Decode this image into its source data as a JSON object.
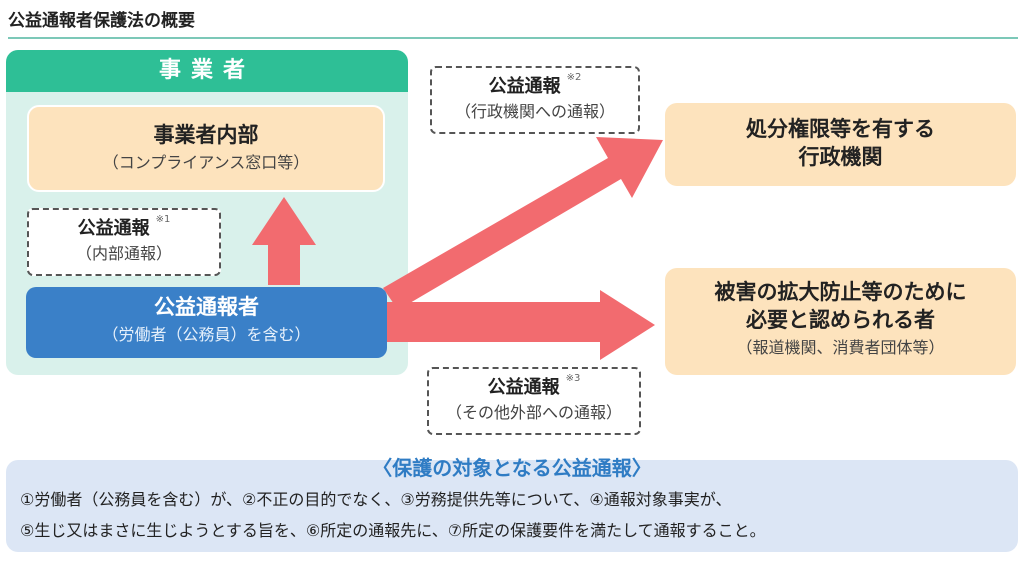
{
  "title": "公益通報者保護法の概要",
  "business": {
    "header": "事業者",
    "internal": {
      "title": "事業者内部",
      "sub": "（コンプライアンス窓口等）"
    },
    "report1": {
      "label": "公益通報",
      "note": "※1",
      "sub": "（内部通報）"
    },
    "whistleblower": {
      "title": "公益通報者",
      "sub": "（労働者（公務員）を含む）"
    }
  },
  "report2": {
    "label": "公益通報",
    "note": "※2",
    "sub": "（行政機関への通報）"
  },
  "report3": {
    "label": "公益通報",
    "note": "※3",
    "sub": "（その他外部への通報）"
  },
  "admin": {
    "line1": "処分権限等を有する",
    "line2": "行政機関"
  },
  "others": {
    "line1": "被害の拡大防止等のために",
    "line2": "必要と認められる者",
    "sub": "（報道機関、消費者団体等）"
  },
  "protection": {
    "heading": "〈保護の対象となる公益通報〉",
    "line1": "①労働者（公務員を含む）が、②不正の目的でなく、③労務提供先等について、④通報対象事実が、",
    "line2": "⑤生じ又はまさに生じようとする旨を、⑥所定の通報先に、⑦所定の保護要件を満たして通報すること。"
  },
  "colors": {
    "green": "#2ebf96",
    "blue": "#3a80c8",
    "arrow": "#f26b6f",
    "orange": "#fde3bd"
  }
}
